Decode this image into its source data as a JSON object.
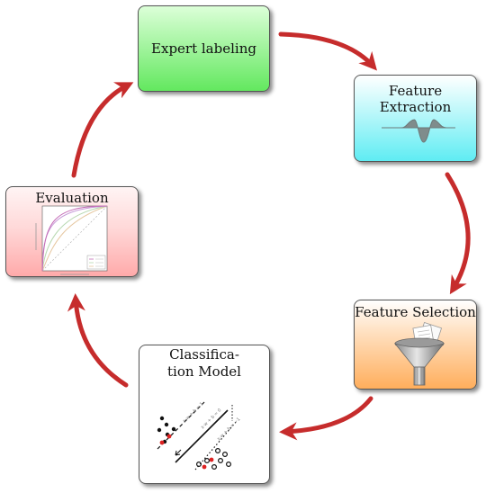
{
  "nodes": {
    "expert_labeling": {
      "label": "Expert labeling",
      "gradient": [
        "#dcffd8",
        "#63e85f"
      ]
    },
    "feature_extraction": {
      "label": "Feature Extraction",
      "gradient": [
        "#ffffff",
        "#5fecf3"
      ]
    },
    "feature_selection": {
      "label": "Feature Selection",
      "gradient": [
        "#ffffff",
        "#ffae5c"
      ]
    },
    "classification_model": {
      "label": "Classifica-\ntion Model",
      "gradient": [
        "#ffffff",
        "#ffffff"
      ]
    },
    "evaluation": {
      "label": "Evaluation",
      "gradient": [
        "#fff4f4",
        "#ffaaaa"
      ]
    }
  },
  "arrow_color": "#c62c2c",
  "icons": {
    "feature_extraction": "waveform-icon",
    "feature_selection": "funnel-filter-icon",
    "classification_model": "svm-classifier-plot-icon",
    "evaluation": "roc-curves-plot-icon"
  }
}
